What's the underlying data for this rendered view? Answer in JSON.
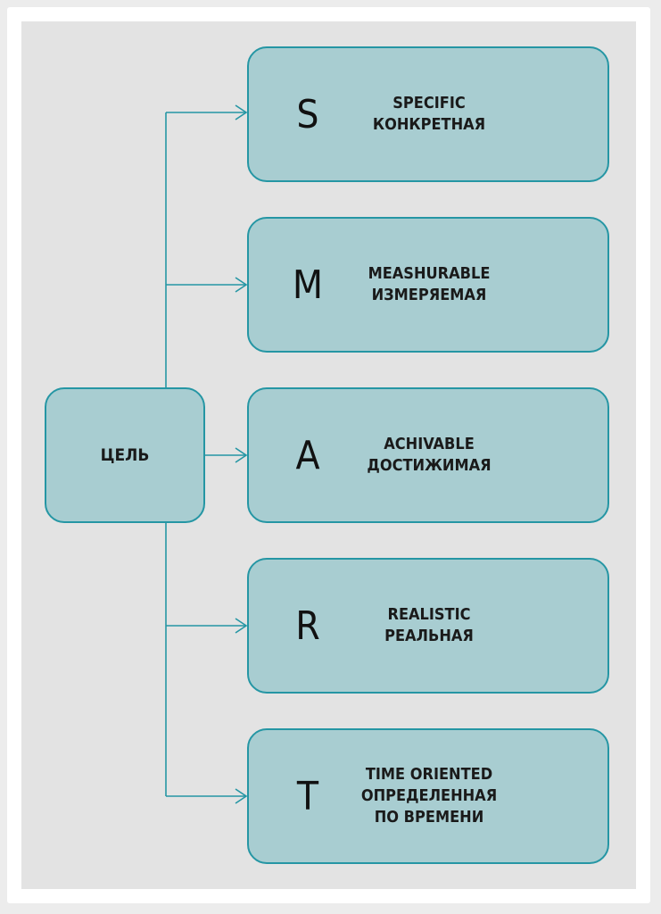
{
  "goal": {
    "label": "ЦЕЛЬ"
  },
  "items": [
    {
      "letter": "S",
      "lines": [
        "SPECIFIC",
        "КОНКРЕТНАЯ"
      ]
    },
    {
      "letter": "M",
      "lines": [
        "MEASHURABLE",
        "ИЗМЕРЯЕМАЯ"
      ]
    },
    {
      "letter": "A",
      "lines": [
        "ACHIVABLE",
        "ДОСТИЖИМАЯ"
      ]
    },
    {
      "letter": "R",
      "lines": [
        "REALISTIC",
        "РЕАЛЬНАЯ"
      ]
    },
    {
      "letter": "T",
      "lines": [
        "TIME ORIENTED",
        "ОПРЕДЕЛЕННАЯ",
        "ПО ВРЕМЕНИ"
      ]
    }
  ],
  "colors": {
    "box_fill": "#a8cdd1",
    "box_border": "#2596a4",
    "connector": "#2596a4",
    "panel": "#e3e3e3"
  }
}
